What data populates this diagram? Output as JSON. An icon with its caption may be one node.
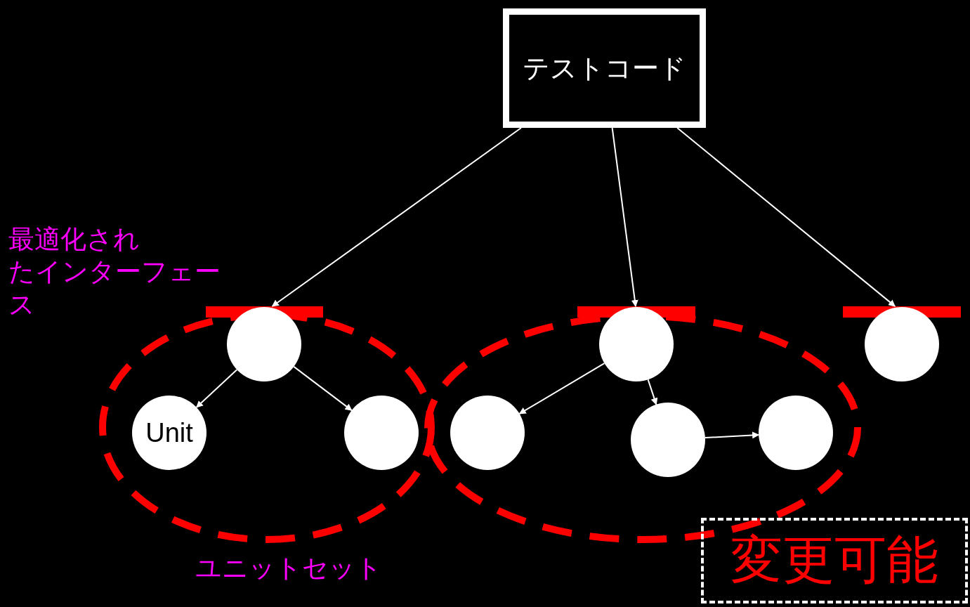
{
  "diagram": {
    "nodes": [
      {
        "text": [
          "テストコード"
        ]
      },
      {
        "text": [],
        "shape": "bar"
      },
      {
        "text": [],
        "shape": "bar"
      },
      {
        "text": [],
        "shape": "bar"
      },
      {
        "text": [],
        "shape": "circle"
      },
      {
        "text": [
          "Unit"
        ],
        "in": 12
      },
      {
        "text": [],
        "shape": "circle",
        "in": 12
      },
      {
        "text": [],
        "shape": "circle"
      },
      {
        "text": [],
        "shape": "circle",
        "in": 13
      },
      {
        "text": [],
        "shape": "circle",
        "in": 13
      },
      {
        "text": [],
        "shape": "circle",
        "in": 13
      },
      {
        "text": [],
        "shape": "circle"
      },
      {
        "text": [],
        "shape": "ellipse"
      },
      {
        "text": [],
        "shape": "ellipse"
      },
      {
        "text": [
          "変更可能"
        ]
      }
    ],
    "edges": [
      {
        "from": 0,
        "to": 1,
        "arrow": "to"
      },
      {
        "from": 0,
        "to": 2,
        "arrow": "to"
      },
      {
        "from": 0,
        "to": 3,
        "arrow": "to"
      },
      {
        "from": 4,
        "to": 5,
        "arrow": "to"
      },
      {
        "from": 4,
        "to": 6,
        "arrow": "to"
      },
      {
        "from": 7,
        "to": 8,
        "arrow": "to"
      },
      {
        "from": 7,
        "to": 9,
        "arrow": "to"
      },
      {
        "from": 9,
        "to": 10,
        "arrow": "to"
      }
    ],
    "labels": [
      "最適化されたインターフェース",
      "ユニットセット"
    ]
  }
}
